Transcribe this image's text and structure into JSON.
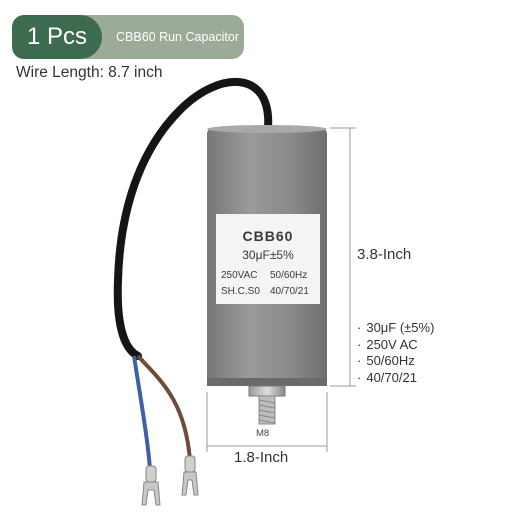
{
  "badge": {
    "quantity": "1 Pcs",
    "title": "CBB60 Run Capacitor"
  },
  "wire_length": "Wire Length: 8.7 inch",
  "dimensions": {
    "height": "3.8-Inch",
    "width": "1.8-Inch",
    "bolt": "M8"
  },
  "capacitor_label": {
    "model": "CBB60",
    "capacitance": "30μF±5%",
    "voltage": "250VAC",
    "frequency": "50/60Hz",
    "class": "SH.C.S0",
    "climatic": "40/70/21"
  },
  "specs": [
    "30μF (±5%)",
    "250V AC",
    "50/60Hz",
    "40/70/21"
  ],
  "colors": {
    "badge_dark": "#3d6b4f",
    "badge_light": "#9caa98",
    "body": "#8c8c8c"
  }
}
